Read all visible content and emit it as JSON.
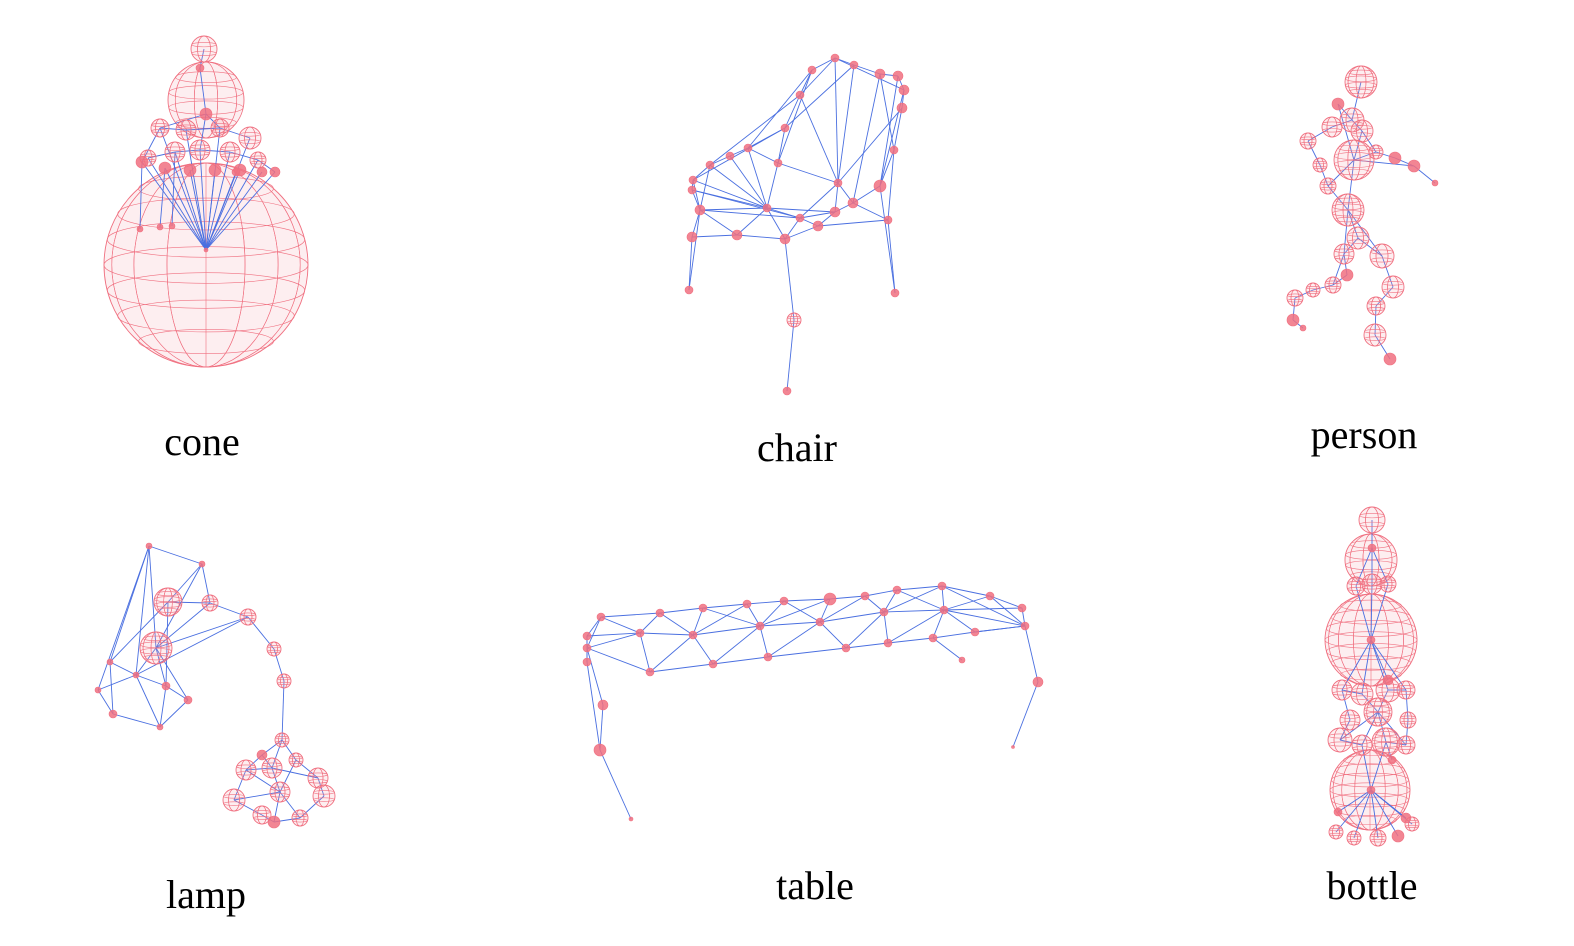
{
  "figure": {
    "panels": [
      {
        "id": "cone",
        "label": "cone"
      },
      {
        "id": "chair",
        "label": "chair"
      },
      {
        "id": "person",
        "label": "person"
      },
      {
        "id": "lamp",
        "label": "lamp"
      },
      {
        "id": "table",
        "label": "table"
      },
      {
        "id": "bottle",
        "label": "bottle"
      }
    ]
  },
  "colors": {
    "edge": "#4a6fe0",
    "node": "#f07080",
    "node_fill": "#f5a0aa"
  }
}
